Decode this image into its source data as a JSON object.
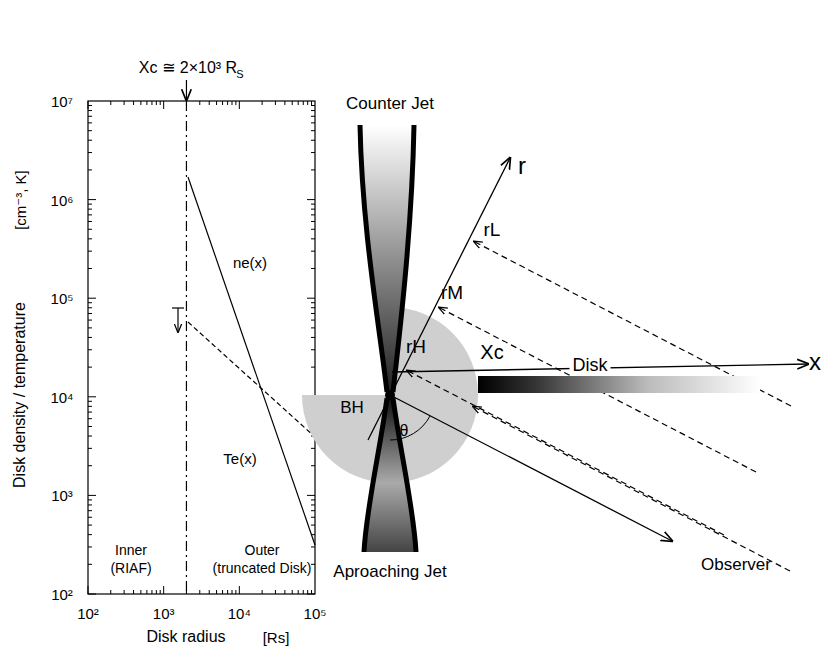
{
  "diagram": {
    "nodes": [
      {
        "text": [
          "Disk"
        ]
      }
    ],
    "labels": [
      "Xc ≅ 2×10³ R",
      "S",
      "10⁷",
      "10⁶",
      "10⁵",
      "10⁴",
      "10³",
      "10²",
      "10²",
      "10³",
      "10⁴",
      "10⁵",
      "Disk density / temperature",
      "[cm⁻³, K]",
      "Disk radius",
      "[Rs]",
      "ne(x)",
      "Te(x)",
      "Inner",
      "(RIAF)",
      "Outer",
      "(truncated Disk)",
      "Counter Jet",
      "r",
      "rL",
      "rM",
      "rH",
      "Xc",
      "x",
      "BH",
      "θ",
      "Observer",
      "Aproaching Jet"
    ]
  }
}
